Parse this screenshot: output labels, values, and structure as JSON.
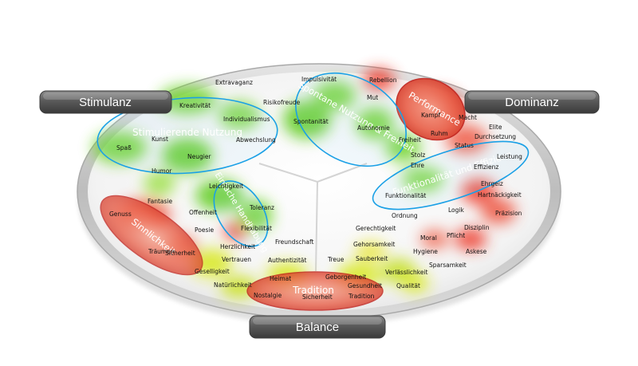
{
  "tags": {
    "left": "Stimulanz",
    "right": "Dominanz",
    "bottom": "Balance"
  },
  "clusters": {
    "stimulierende_nutzung": "Stimulierende Nutzung",
    "spontane_nutzung_freiheit": "Spontane Nutzung & Freiheit",
    "performance": "Performance",
    "funktionalitaet_effizienz": "Funktionalität und Effizienz",
    "einfache_handhabung": "Einfache Handhabung",
    "sinnlichkeit": "Sinnlichkeit",
    "tradition": "Tradition"
  },
  "words": {
    "extravaganz": "Extravaganz",
    "impulsivitaet": "Impulsivität",
    "rebellion": "Rebellion",
    "mut": "Mut",
    "kreativitaet": "Kreativität",
    "risikofreude": "Risikofreude",
    "individualismus": "Individualismus",
    "spontanitaet": "Spontanität",
    "autonomie": "Autonomie",
    "kampf": "Kampf",
    "macht": "Macht",
    "elite": "Elite",
    "kunst": "Kunst",
    "abwechslung": "Abwechslung",
    "freiheit": "Freiheit",
    "ruhm": "Ruhm",
    "durchsetzung": "Durchsetzung",
    "status": "Status",
    "spass": "Spaß",
    "neugier": "Neugier",
    "stolz": "Stolz",
    "ehre": "Ehre",
    "leistung": "Leistung",
    "effizienz": "Effizienz",
    "humor": "Humor",
    "leichtigkeit": "Leichtigkeit",
    "ehrgeiz": "Ehrgeiz",
    "funktionalitaet": "Funktionalität",
    "hartnaeckigkeit": "Hartnäckigkeit",
    "fantasie": "Fantasie",
    "toleranz": "Toleranz",
    "logik": "Logik",
    "ordnung": "Ordnung",
    "praezision": "Präzision",
    "genuss": "Genuss",
    "offenheit": "Offenheit",
    "gerechtigkeit": "Gerechtigkeit",
    "disziplin": "Disziplin",
    "poesie": "Poesie",
    "flexibilitaet": "Flexibilität",
    "freundschaft": "Freundschaft",
    "moral": "Moral",
    "pflicht": "Pflicht",
    "gehorsamkeit": "Gehorsamkeit",
    "hygiene": "Hygiene",
    "traeumen": "Träumen",
    "herzlichkeit": "Herzlichkeit",
    "askese": "Askese",
    "sicherheit": "Sicherheit",
    "sauberkeit": "Sauberkeit",
    "vertrauen": "Vertrauen",
    "authentizitaet": "Authentizität",
    "treue": "Treue",
    "sparsamkeit": "Sparsamkeit",
    "geselligkeit": "Geselligkeit",
    "verlaesslichkeit": "Verlässlichkeit",
    "heimat": "Heimat",
    "geborgenheit": "Geborgenheit",
    "qualitaet": "Qualität",
    "natuerlichkeit": "Natürlichkeit",
    "gesundheit": "Gesundheit",
    "nostalgie": "Nostalgie",
    "sicherheit_2": "Sicherheit",
    "tradition_word": "Tradition"
  },
  "colors": {
    "stimulanz_green": "#5fd01a",
    "dominanz_red": "#ee3b2b",
    "balance_yellow": "#d8e81a",
    "blue_outline": "#1aa0e6",
    "red_outline": "#c0201a",
    "tag_bg": "#555555"
  }
}
